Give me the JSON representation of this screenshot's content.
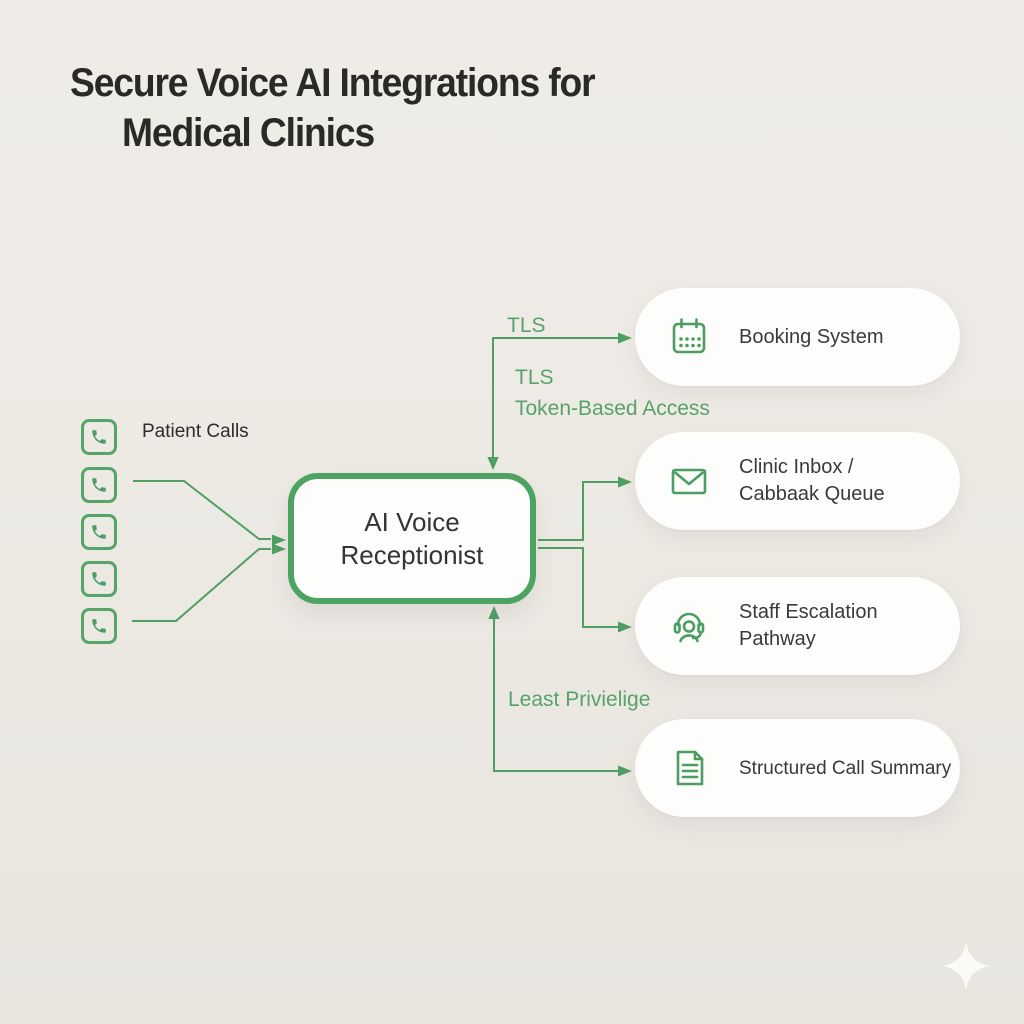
{
  "title": {
    "line1": "Secure Voice AI Integrations for",
    "line2": "Medical Clinics"
  },
  "inputs": {
    "label": "Patient Calls",
    "phone_icon_count": 5
  },
  "center_node": {
    "lines": [
      "AI Voice",
      "Receptionist"
    ]
  },
  "edge_labels": {
    "tls_top": "TLS",
    "tls_mid": "TLS",
    "token_access": "Token-Based Access",
    "least_privilege": "Least Privielige"
  },
  "outputs": [
    {
      "icon": "calendar-icon",
      "lines": [
        "Booking System"
      ]
    },
    {
      "icon": "envelope-icon",
      "lines": [
        "Clinic Inbox /",
        "Cabbaak Queue"
      ]
    },
    {
      "icon": "headset-icon",
      "lines": [
        "Staff Escalation",
        "Pathway"
      ]
    },
    {
      "icon": "document-icon",
      "lines": [
        "Structured Call Summary"
      ]
    }
  ],
  "colors": {
    "connector_green": "#4f9f63",
    "node_border_green": "#4da362",
    "icon_green": "#4b9e60",
    "label_green": "#57a26b",
    "background": "#edeae4",
    "pill_background": "#fdfdfc",
    "title_text": "#292927",
    "body_text": "#3a3a38"
  },
  "decoration": {
    "sparkle": "four-point-star"
  }
}
